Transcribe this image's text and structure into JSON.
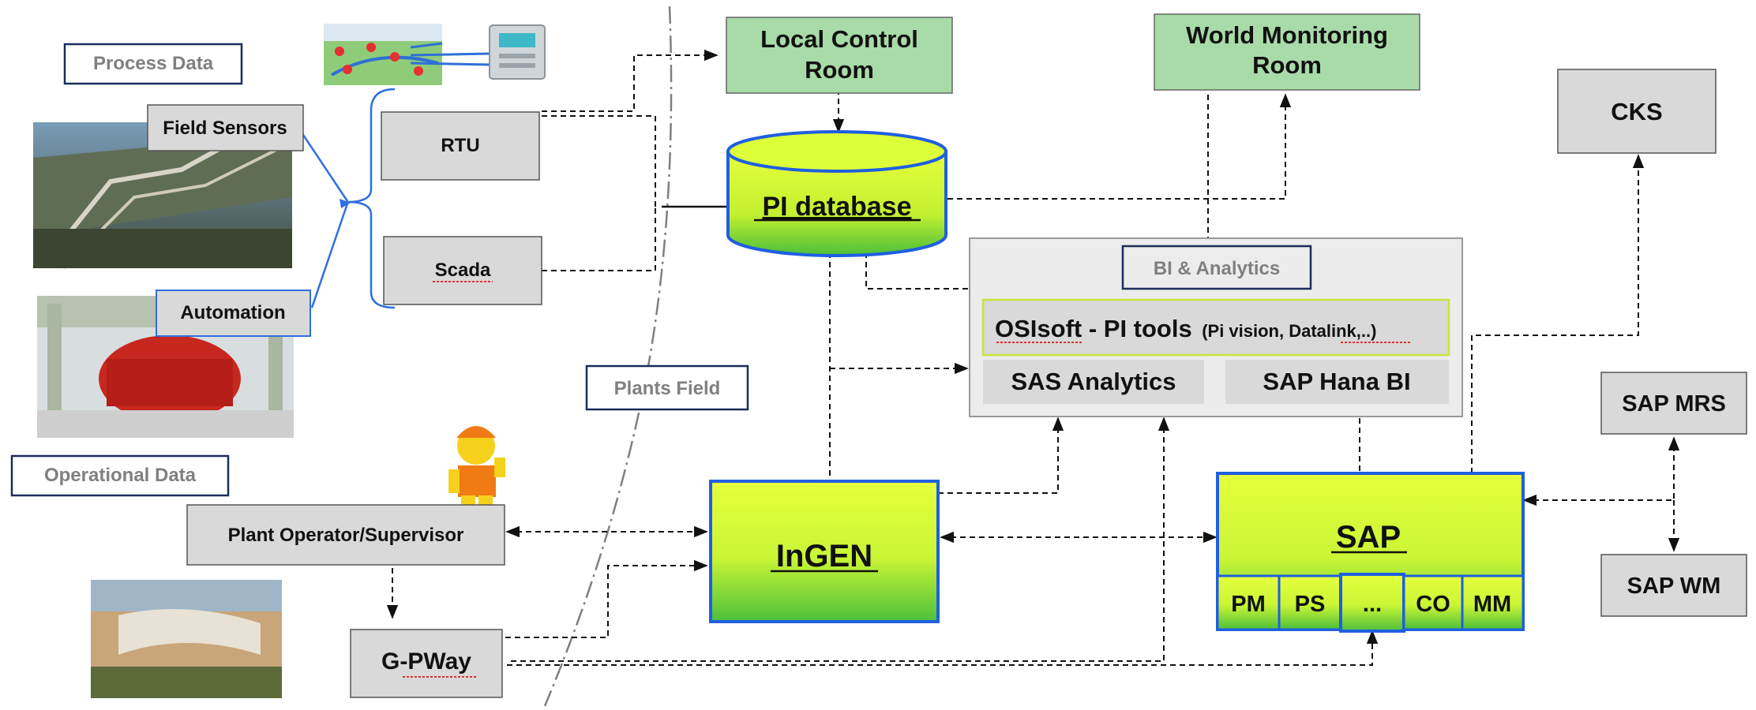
{
  "labels": {
    "process_data": "Process Data",
    "operational_data": "Operational Data",
    "plants_field": "Plants Field",
    "bi_analytics": "BI & Analytics"
  },
  "nodes": {
    "field_sensors": "Field Sensors",
    "automation": "Automation",
    "rtu": "RTU",
    "scada": "Scada",
    "local_control_room": [
      "Local Control",
      "Room"
    ],
    "world_monitoring_room": [
      "World Monitoring",
      "Room"
    ],
    "cks": "CKS",
    "pi_database": "PI database",
    "osisoft_main": "OSIsoft - PI tools",
    "osisoft_detail": "(Pi vision, Datalink,..)",
    "sas_analytics": "SAS Analytics",
    "sap_hana_bi": "SAP Hana BI",
    "sap_mrs": "SAP MRS",
    "sap_wm": "SAP WM",
    "plant_operator": "Plant Operator/Supervisor",
    "g_pway": "G-PWay",
    "ingen": "InGEN",
    "sap": "SAP",
    "sap_modules": [
      "PM",
      "PS",
      "...",
      "CO",
      "MM"
    ]
  },
  "colors": {
    "green_box": "#a8dba8",
    "gray_box": "#d9d9d9",
    "lime_top": "#d9ff3a",
    "lime_bottom": "#5bc83a",
    "blue_border": "#1f5fe0",
    "bi_panel": "#ececec"
  }
}
